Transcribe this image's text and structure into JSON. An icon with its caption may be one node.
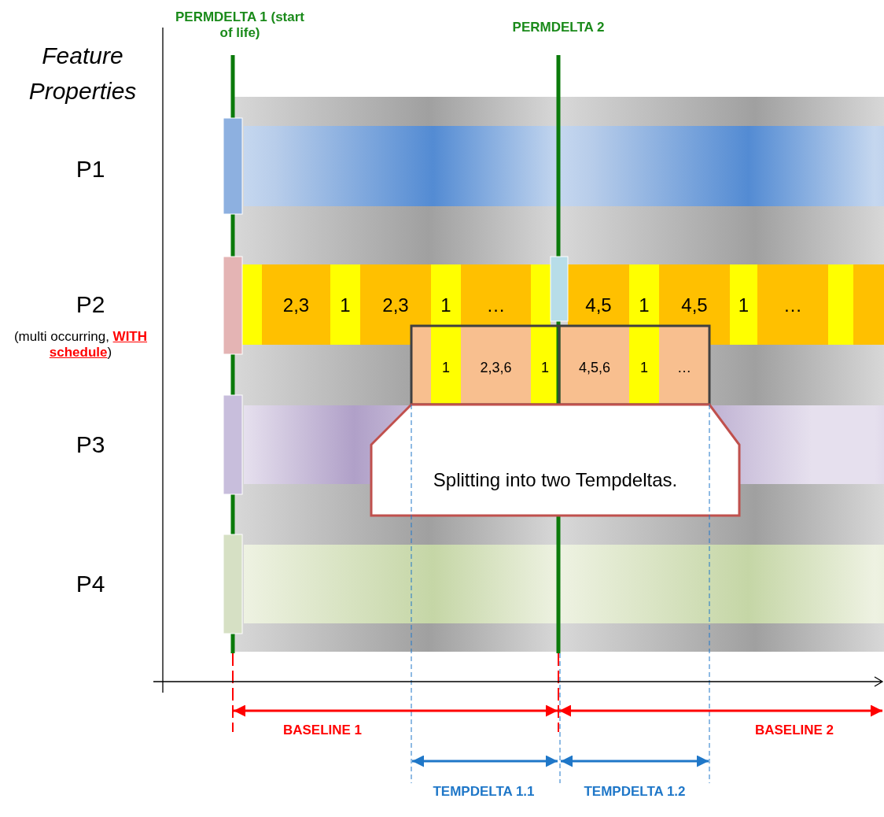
{
  "diagram": {
    "nodes": [
      {
        "text": [
          "Splitting into two Tempdeltas."
        ]
      }
    ],
    "labels": [
      "PERMDELTA 1 (start of life)",
      "PERMDELTA 2",
      "Feature Properties",
      "P1",
      "P2",
      "2,3",
      "1",
      "2,3",
      "1",
      "…",
      "4,5",
      "1",
      "4,5",
      "1",
      "…",
      "(multi occurring, **WITH schedule**)",
      "1",
      "2,3,6",
      "1",
      "4,5,6",
      "1",
      "…",
      "P3",
      "P4",
      "BASELINE 1",
      "BASELINE 2",
      "TEMPDELTA 1.1",
      "TEMPDELTA 1.2"
    ]
  }
}
